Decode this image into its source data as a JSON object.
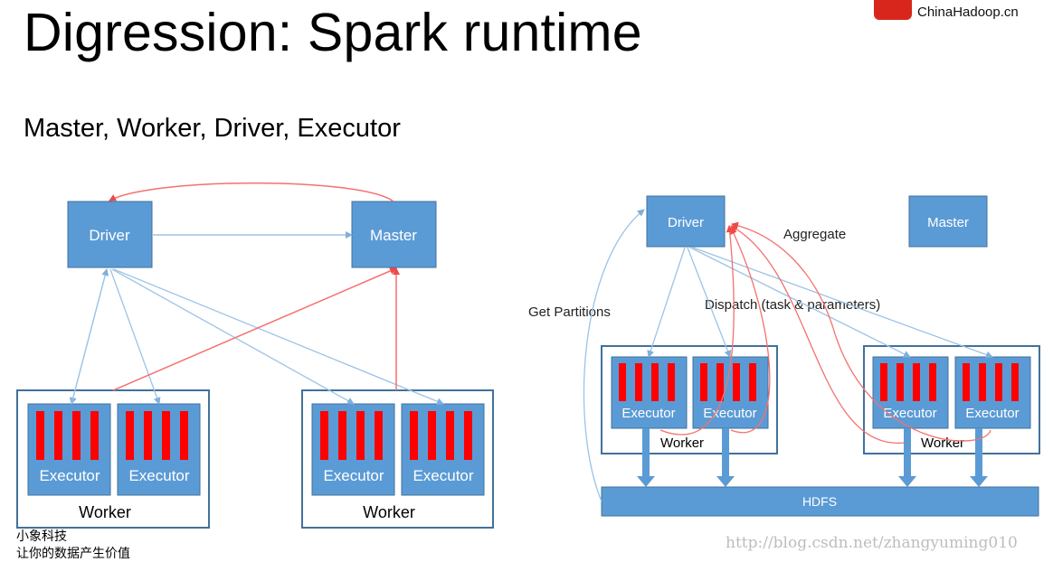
{
  "slide": {
    "title": "Digression: Spark runtime",
    "subtitle": "Master, Worker, Driver, Executor"
  },
  "logo": {
    "brand_cn": "小象科技",
    "brand_en": "ChinaHadoop.cn",
    "mark_color": "#d9261c"
  },
  "left_diagram": {
    "driver_label": "Driver",
    "master_label": "Master",
    "workers": [
      {
        "label": "Worker",
        "executors": [
          "Executor",
          "Executor"
        ]
      },
      {
        "label": "Worker",
        "executors": [
          "Executor",
          "Executor"
        ]
      }
    ]
  },
  "right_diagram": {
    "driver_label": "Driver",
    "master_label": "Master",
    "aggregate_label": "Aggregate",
    "dispatch_label": "Dispatch (task & parameters)",
    "get_partitions_label": "Get Partitions",
    "hdfs_label": "HDFS",
    "workers": [
      {
        "label": "Worker",
        "executors": [
          "Executor",
          "Executor"
        ]
      },
      {
        "label": "Worker",
        "executors": [
          "Executor",
          "Executor"
        ]
      }
    ]
  },
  "watermarks": {
    "line1": "小象科技",
    "line2": "让你的数据产生价值",
    "url": "http://blog.csdn.net/zhangyuming010"
  },
  "colors": {
    "box_fill": "#5b9bd5",
    "box_stroke": "#41719c",
    "worker_border": "#41719c",
    "executor_bar": "#ff0000",
    "arrow_blue": "#9dc3e6",
    "arrow_red": "#f4716f"
  }
}
